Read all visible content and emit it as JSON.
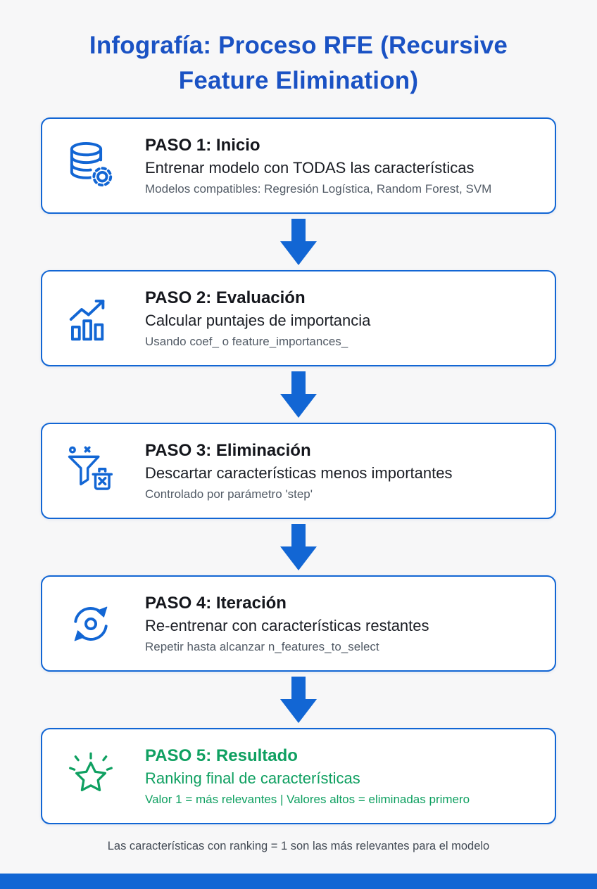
{
  "title": "Infografía: Proceso RFE (Recursive Feature Elimination)",
  "steps": [
    {
      "icon": "database-gear-icon",
      "heading": "PASO 1: Inicio",
      "subheading": "Entrenar modelo con TODAS las características",
      "detail": "Modelos compatibles: Regresión Logística, Random Forest, SVM"
    },
    {
      "icon": "chart-growth-icon",
      "heading": "PASO 2: Evaluación",
      "subheading": "Calcular puntajes de importancia",
      "detail": "Usando coef_ o feature_importances_"
    },
    {
      "icon": "funnel-trash-icon",
      "heading": "PASO 3: Eliminación",
      "subheading": "Descartar características menos importantes",
      "detail": "Controlado por parámetro 'step'"
    },
    {
      "icon": "refresh-cycle-icon",
      "heading": "PASO 4: Iteración",
      "subheading": "Re-entrenar con características restantes",
      "detail": "Repetir hasta alcanzar n_features_to_select"
    },
    {
      "icon": "star-sparkle-icon",
      "heading": "PASO 5: Resultado",
      "subheading": "Ranking final de características",
      "detail": "Valor 1 = más relevantes | Valores altos = eliminadas primero"
    }
  ],
  "footer": "Las características con ranking = 1 son las más relevantes para el modelo",
  "colors": {
    "accent_blue": "#1266d4",
    "title_blue": "#1a52c4",
    "success_green": "#0fa061"
  }
}
